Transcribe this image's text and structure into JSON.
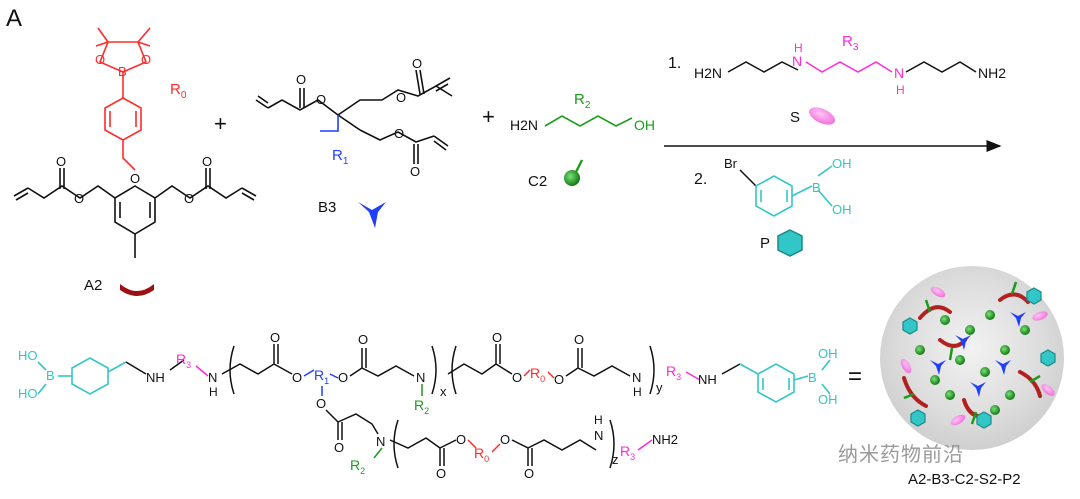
{
  "panel_label": "A",
  "colors": {
    "red": "#ff2b2b",
    "blue": "#1f3fff",
    "green": "#1a9c1a",
    "magenta": "#ff2bd6",
    "cyan": "#33c6c6",
    "black": "#111111"
  },
  "monomers": {
    "a2": {
      "label": "A2",
      "r_label": "R",
      "r_sub": "0",
      "boron": "B",
      "oxygen": "O",
      "icon": "red-arc-icon"
    },
    "b3": {
      "label": "B3",
      "r_label": "R",
      "r_sub": "1",
      "icon": "blue-tripod-icon"
    },
    "c2": {
      "label": "C2",
      "r_label": "R",
      "r_sub": "2",
      "amine": "H2N",
      "hydroxyl": "OH",
      "icon": "green-bead-icon"
    },
    "plus": "+"
  },
  "reagents": {
    "step1_number": "1.",
    "step2_number": "2.",
    "s": {
      "label": "S",
      "r_label": "R",
      "r_sub": "3",
      "n_h": "H",
      "n": "N",
      "h2n": "H2N",
      "nh2": "NH2",
      "icon": "pink-ellipse-icon"
    },
    "p": {
      "label": "P",
      "br": "Br",
      "boron": "B",
      "oh": "OH",
      "icon": "cyan-hexagon-icon"
    }
  },
  "product": {
    "ho": "HO",
    "boron": "B",
    "nh": "NH",
    "n": "N",
    "h": "H",
    "o": "O",
    "r0": "R",
    "r0_sub": "0",
    "r1": "R",
    "r1_sub": "1",
    "r2": "R",
    "r2_sub": "2",
    "r3": "R",
    "r3_sub": "3",
    "x": "x",
    "y": "y",
    "z": "z",
    "nh2": "NH2",
    "equals": "=",
    "caption": "A2-B3-C2-S2-P2"
  },
  "watermark": "纳米药物前沿"
}
